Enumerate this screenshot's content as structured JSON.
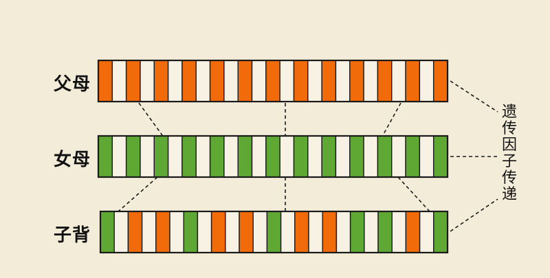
{
  "labels": {
    "father": "父母",
    "mother": "女母",
    "child": "子背",
    "inheritance": "遗传因子传递"
  },
  "colors": {
    "background": "#f3ecd9",
    "orange": "#f26b0a",
    "green": "#5fa833",
    "cream": "#f7f2e4",
    "outline": "#1a1a1a"
  },
  "strips": [
    {
      "name": "father-strip",
      "pattern": [
        "o",
        "c",
        "o",
        "c",
        "o",
        "c",
        "o",
        "c",
        "o",
        "c",
        "o",
        "c",
        "o",
        "c",
        "o",
        "c",
        "o",
        "c",
        "o",
        "c",
        "o",
        "c",
        "o",
        "c",
        "o"
      ]
    },
    {
      "name": "mother-strip",
      "pattern": [
        "g",
        "c",
        "g",
        "c",
        "g",
        "c",
        "g",
        "c",
        "g",
        "c",
        "g",
        "c",
        "g",
        "c",
        "g",
        "c",
        "g",
        "c",
        "g",
        "c",
        "g",
        "c",
        "g",
        "c",
        "g"
      ]
    },
    {
      "name": "child-strip",
      "pattern": [
        "g",
        "c",
        "o",
        "c",
        "o",
        "c",
        "g",
        "c",
        "o",
        "c",
        "o",
        "c",
        "g",
        "c",
        "o",
        "c",
        "o",
        "c",
        "g",
        "c",
        "g",
        "c",
        "o",
        "c",
        "g"
      ]
    }
  ]
}
